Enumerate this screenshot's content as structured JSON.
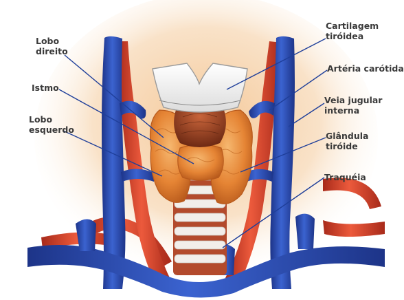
{
  "labels": {
    "lobo_direito": [
      "Lobo",
      "direito"
    ],
    "istmo": [
      "Istmo"
    ],
    "lobo_esquerdo": [
      "Lobo",
      "esquerdo"
    ],
    "cartilagem_tiroidea": [
      "Cartilagem",
      "tiróidea"
    ],
    "arteria_carotida": [
      "Artéria carótida"
    ],
    "veia_jugular": [
      "Veia jugular",
      "interna"
    ],
    "glandula_tiroide": [
      "Glândula",
      "tiróide"
    ],
    "traqueia": [
      "Traquéia"
    ]
  },
  "colors": {
    "vein": "#2e4fb8",
    "vein_dark": "#1d3488",
    "artery": "#d8432c",
    "artery_dark": "#a82a1a",
    "gland": "#e88a3a",
    "gland_dark": "#b85a1c",
    "cartilage": "#f4f4f4",
    "trachea_ring": "#f2eeea",
    "trachea_gap": "#b34a2c",
    "background_glow": "#f7d6b0",
    "leader_line": "#1f3f9a",
    "label_text": "#3a3a3a"
  }
}
